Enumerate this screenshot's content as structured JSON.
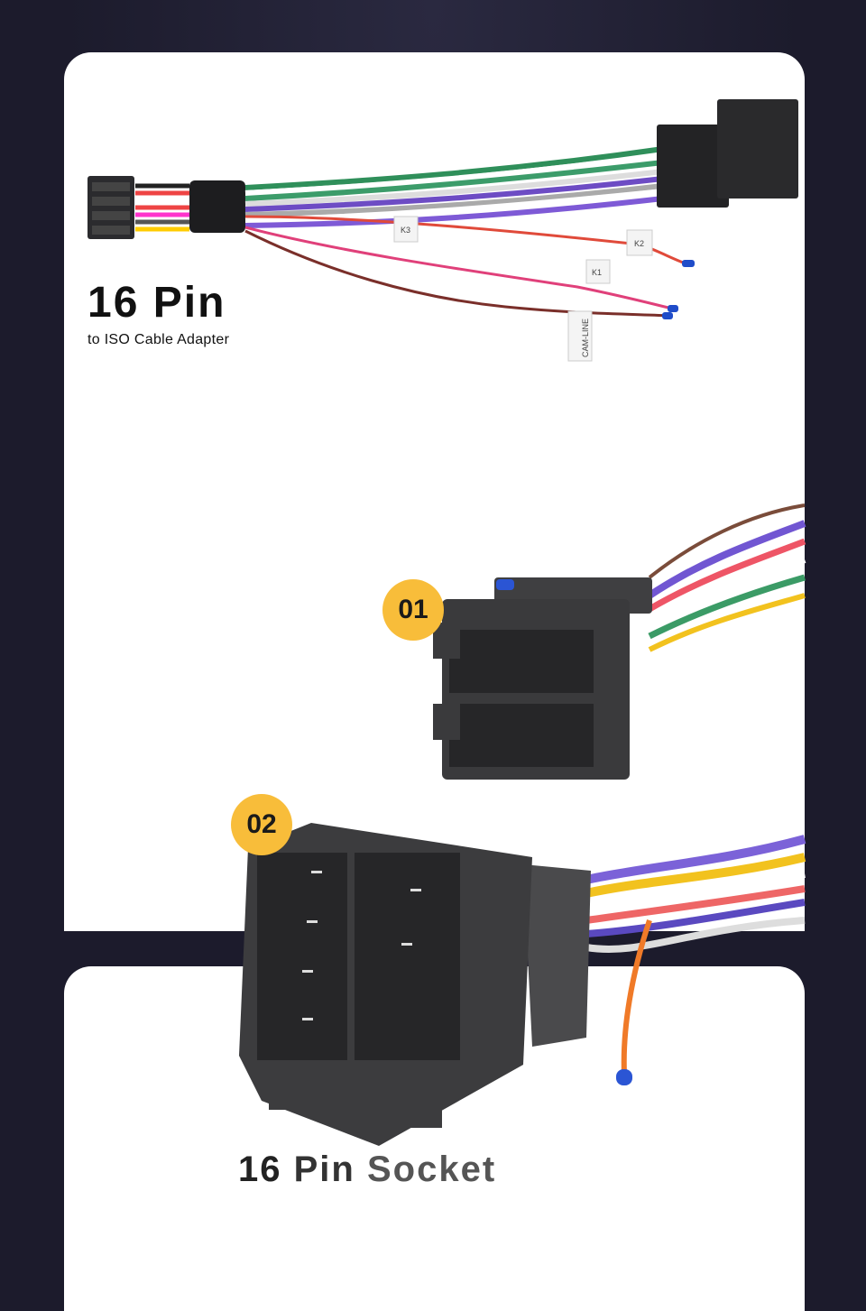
{
  "header": {
    "title": "16 Pin",
    "subtitle": "to ISO Cable Adapter"
  },
  "badges": {
    "first": "01",
    "second": "02"
  },
  "wire_labels": {
    "k3": "K3",
    "k2": "K2",
    "k1": "K1",
    "cam": "CAM-LINE"
  },
  "socket": {
    "title_word1": "16",
    "title_word2": "Pin",
    "title_word3": "Socket"
  },
  "colors": {
    "background": "#1c1b2c",
    "card": "#ffffff",
    "badge": "#f8bd3a",
    "connector": "#3a3a3c"
  }
}
